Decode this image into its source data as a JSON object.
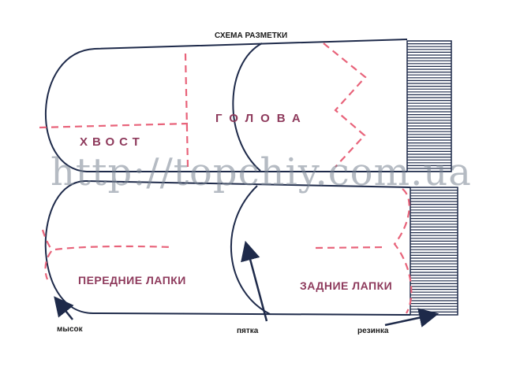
{
  "colors": {
    "outline": "#1e2a4a",
    "cut_line": "#e8637a",
    "label": "#8e3a5c",
    "text": "#1a1a1a",
    "watermark": "#7a8694"
  },
  "title": "СХЕМА РАЗМЕТКИ",
  "parts": {
    "tail": "ХВОСТ",
    "head": "ГОЛОВА",
    "front_paws": "ПЕРЕДНИЕ ЛАПКИ",
    "rear_paws": "ЗАДНИЕ ЛАПКИ"
  },
  "notes": {
    "toe": "мысок",
    "heel": "пятка",
    "ribbing": "резинка"
  },
  "watermark": "http://topchiy.com.ua"
}
